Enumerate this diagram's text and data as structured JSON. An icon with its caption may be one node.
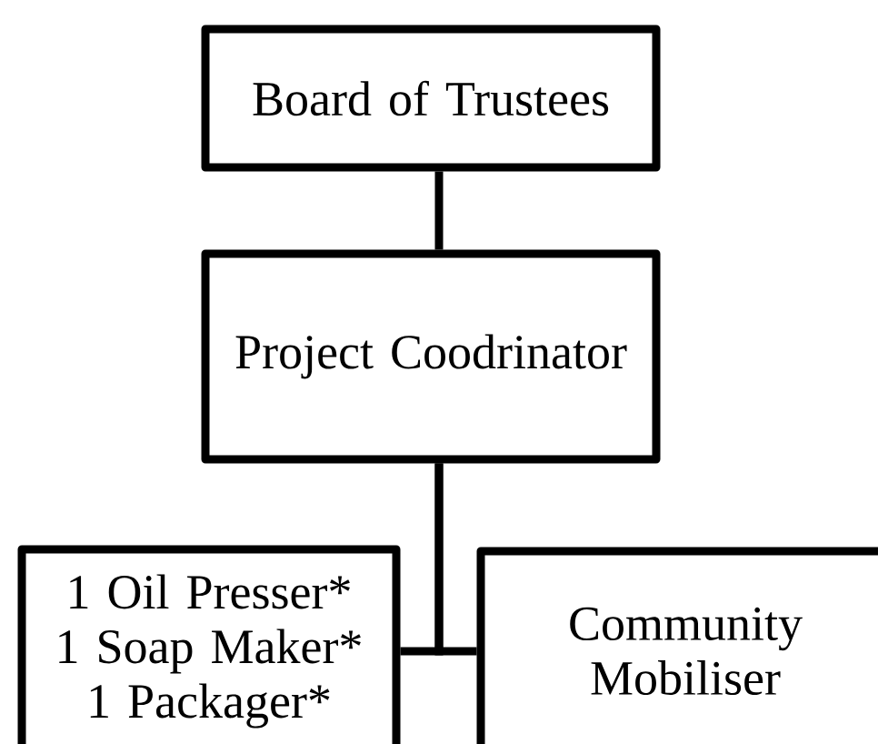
{
  "diagram": {
    "nodes": [
      {
        "text": [
          "Board of Trustees"
        ]
      },
      {
        "text": [
          "Project Coodrinator"
        ]
      },
      {
        "text": [
          "1 Oil Presser*",
          "1 Soap Maker*",
          "1 Packager*"
        ]
      },
      {
        "text": [
          "Community Mobiliser"
        ]
      }
    ],
    "edges": [
      {
        "from": 0,
        "to": 1,
        "arrow": "none"
      },
      {
        "from": 1,
        "to": 2,
        "arrow": "none"
      },
      {
        "from": 1,
        "to": 3,
        "arrow": "none"
      }
    ]
  }
}
